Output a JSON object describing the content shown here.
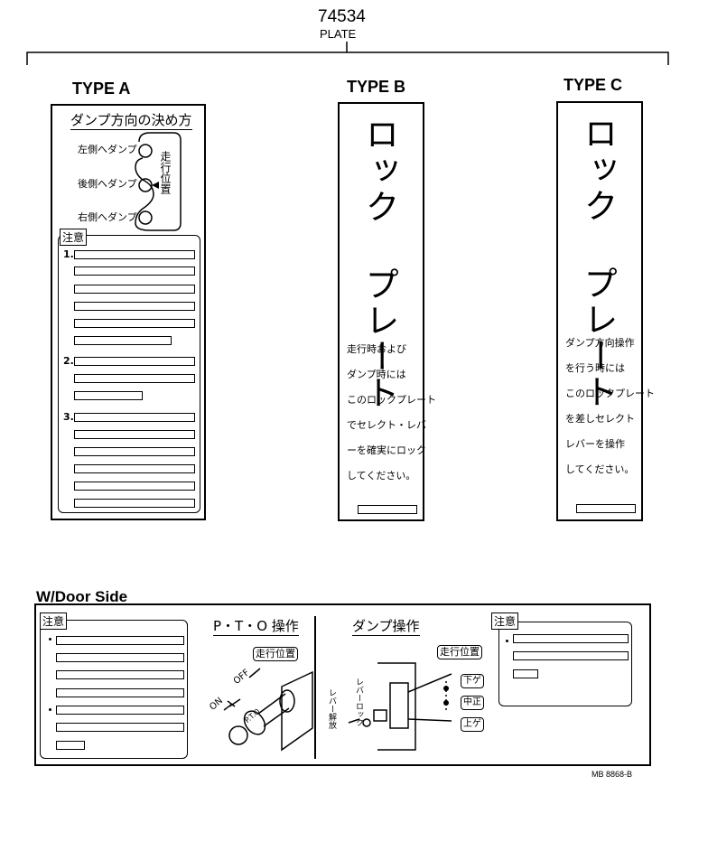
{
  "header": {
    "part_number": "74534",
    "part_name": "PLATE"
  },
  "type_a": {
    "label": "TYPE A",
    "title": "ダンプ方向の決め方",
    "options": [
      "左側へダンプ",
      "後側へダンプ",
      "右側へダンプ"
    ],
    "travel_position": "走行位置",
    "caution": "注意",
    "items": [
      "1.",
      "2.",
      "3."
    ]
  },
  "type_b": {
    "label": "TYPE B",
    "big": "ロック プレート",
    "text_lines": [
      "走行時および",
      "ダンプ時には",
      "このロックプレート",
      "でセレクト・レバ",
      "ーを確実にロック",
      "してください。"
    ]
  },
  "type_c": {
    "label": "TYPE C",
    "big": "ロック プレート",
    "text_lines": [
      "ダンプ方向操作",
      "を行う時には",
      "このロックプレート",
      "を差しセレクト",
      "レバーを操作",
      "してください。"
    ]
  },
  "door_side": {
    "label": "W/Door Side",
    "caution_left": "注意",
    "pto_title": "P・T・O 操作",
    "pto_travel": "走行位置",
    "pto_on": "ON",
    "pto_off": "OFF",
    "pto_knob": "P.T.O",
    "dump_title": "ダンプ操作",
    "dump_travel": "走行位置",
    "lever_release": "レバー解放",
    "lever_lock": "レバーロック",
    "down": "下ゲ",
    "neutral": "中正",
    "up": "上ゲ",
    "caution_right": "注意"
  },
  "footer": {
    "code": "MB 8868-B"
  }
}
